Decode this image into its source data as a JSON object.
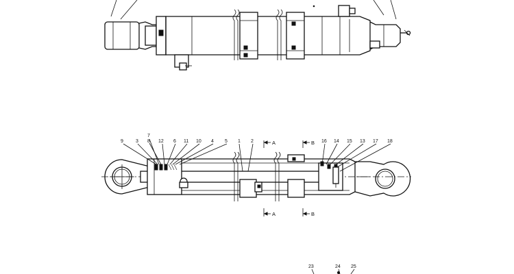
{
  "callouts": {
    "c1": "1",
    "c2": "2",
    "c3": "3",
    "c4": "4",
    "c5": "5",
    "c6": "6",
    "c7": "7",
    "c8": "8",
    "c9": "9",
    "c10": "10",
    "c11": "11",
    "c12": "12",
    "c13": "13",
    "c14": "14",
    "c15": "15",
    "c16": "16",
    "c17": "17",
    "c18": "18",
    "c23": "23",
    "c24": "24",
    "c25": "25"
  },
  "sections": {
    "a": "A",
    "b": "B"
  },
  "colors": {
    "ink": "#111111",
    "paper": "#ffffff"
  }
}
